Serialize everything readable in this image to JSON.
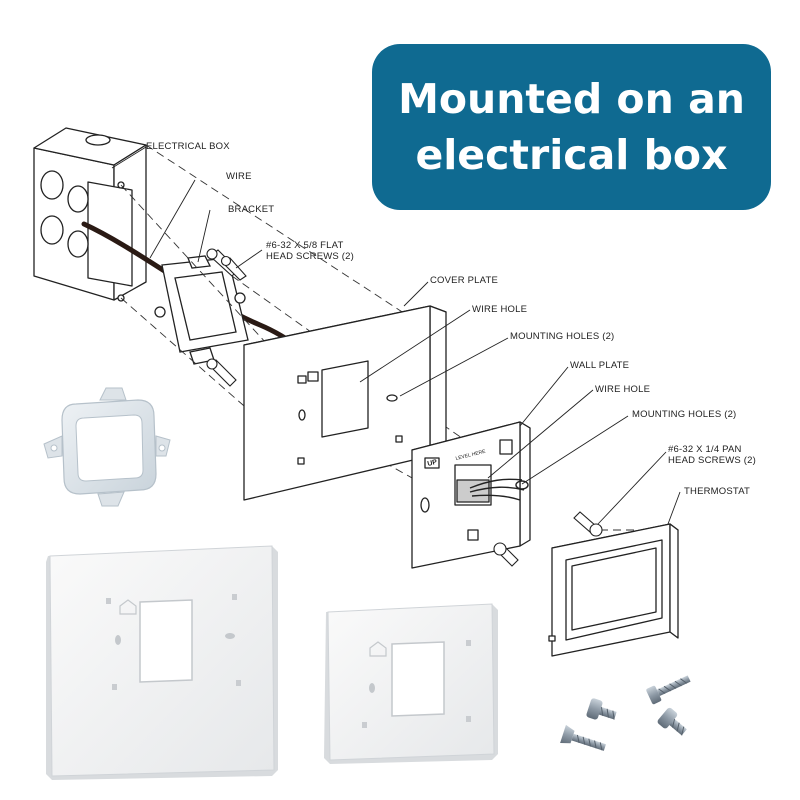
{
  "banner": {
    "line1": "Mounted on an",
    "line2": "electrical box",
    "background": "#0f6a91",
    "text_color": "#ffffff"
  },
  "callouts": {
    "electrical_box": "ELECTRICAL BOX",
    "wire": "WIRE",
    "bracket": "BRACKET",
    "flat_screws_1": "#6-32 X 5/8 FLAT",
    "flat_screws_2": "HEAD SCREWS (2)",
    "cover_plate": "COVER PLATE",
    "wire_hole_cover": "WIRE HOLE",
    "mounting_holes_cover": "MOUNTING HOLES (2)",
    "wall_plate": "WALL PLATE",
    "wire_hole_wall": "WIRE HOLE",
    "mounting_holes_wall": "MOUNTING HOLES (2)",
    "pan_screws_1": "#6-32 X 1/4 PAN",
    "pan_screws_2": "HEAD SCREWS (2)",
    "thermostat": "THERMOSTAT"
  },
  "plate_marks": {
    "up": "UP",
    "level_here": "LEVEL HERE"
  },
  "colors": {
    "line": "#222222",
    "photo_plate": "#f2f3f4",
    "screw_metal": "#9aa7b3"
  }
}
